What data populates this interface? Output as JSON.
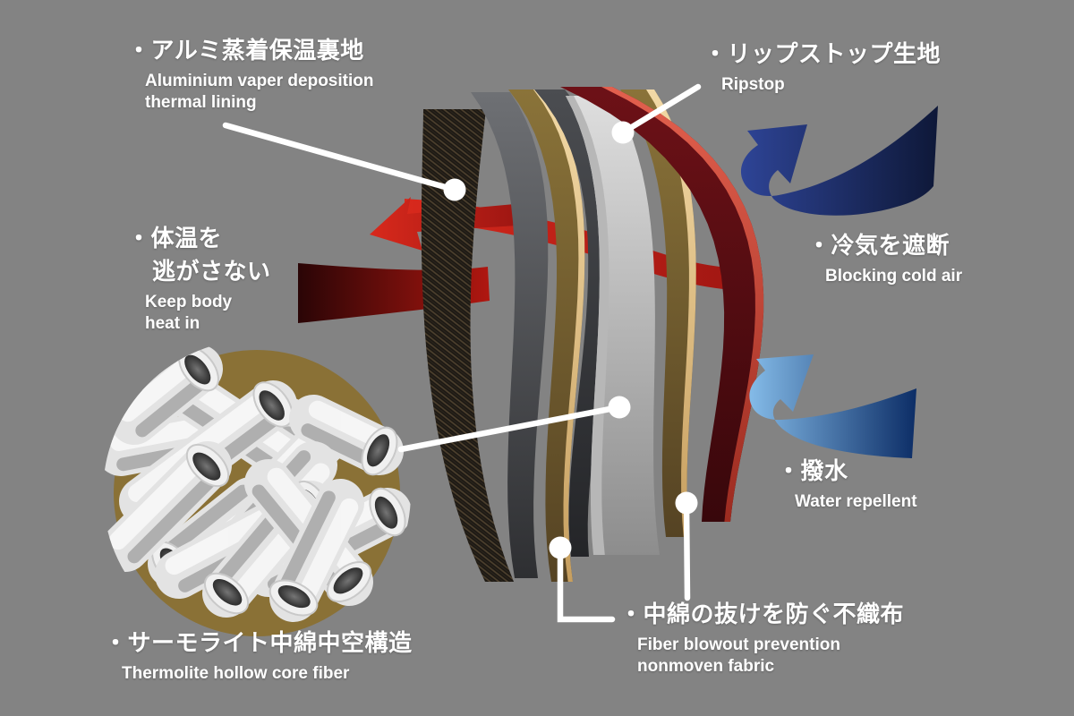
{
  "labels": {
    "lining": {
      "jp": "・アルミ蒸着保温裏地",
      "en": "Aluminium vaper deposition\nthermal lining"
    },
    "ripstop": {
      "jp": "・リップストップ生地",
      "en": "Ripstop"
    },
    "keep_heat": {
      "jp": "・体温を\n逃がさない",
      "en": "Keep body\nheat in"
    },
    "block_cold": {
      "jp": "・冷気を遮断",
      "en": "Blocking cold air"
    },
    "water": {
      "jp": "・撥水",
      "en": "Water repellent"
    },
    "nonwoven": {
      "jp": "・中綿の抜けを防ぐ不織布",
      "en": "Fiber blowout prevention\nnonmoven fabric"
    },
    "thermolite": {
      "jp": "・サーモライト中綿中空構造",
      "en": "Thermolite hollow core fiber"
    }
  },
  "colors": {
    "background": "#838383",
    "text": "#ffffff",
    "connector": "#ffffff",
    "mesh_base": "#1c1813",
    "mesh_glint": "#4f422f",
    "mesh_dark": "#2a241c",
    "gray_top": "#6e7074",
    "gray_bottom": "#2e2f32",
    "tan_top": "#8a7339",
    "tan_bottom": "#554323",
    "tan_edge_top": "#f2d9a6",
    "tan_edge_bottom": "#c79f5f",
    "charcoal_top": "#4b4d51",
    "charcoal_bottom": "#242528",
    "batting_top": "#dedede",
    "batting_bottom": "#8d8d8d",
    "batting_edge": "#b7b7b7",
    "maroon_top": "#6d1117",
    "maroon_bottom": "#38070b",
    "maroon_edge_top": "#e2604e",
    "maroon_edge_bottom": "#9c2b20",
    "heat_arrow": "#d8291c",
    "heat_arrow_dark": "#9e1612",
    "heat_band_left": "#2a0506",
    "heat_band_right": "#b01710",
    "navy_dark": "#0e1838",
    "navy_light": "#2e4496",
    "blue_dark": "#0c2d66",
    "blue_light": "#84bbe8",
    "circle_bg": "#8a7136",
    "tube_body": "#e3e3e3",
    "tube_highlight": "#f7f7f7",
    "tube_shade": "#a6a6a6",
    "tube_ring": "#f0f0f0",
    "tube_ring_stroke": "#c9c9c9",
    "tube_hole_light": "#757575",
    "tube_hole_dark": "#2e2e2e"
  }
}
